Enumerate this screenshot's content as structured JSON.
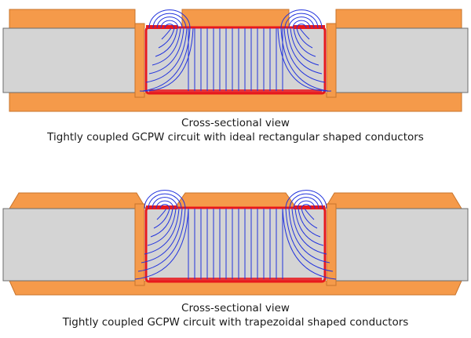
{
  "colors": {
    "copper": "#f59a4a",
    "copper_edge": "#c8742c",
    "substrate": "#d4d4d4",
    "substrate_edge": "#6c6c6c",
    "field_lines": "#2233dd",
    "charge": "#e8181c"
  },
  "diagrams": [
    {
      "caption_line1": "Cross-sectional view",
      "caption_line2": "Tightly coupled GCPW circuit with ideal rectangular shaped conductors"
    },
    {
      "caption_line1": "Cross-sectional view",
      "caption_line2": "Tightly coupled GCPW circuit with trapezoidal shaped conductors"
    }
  ]
}
